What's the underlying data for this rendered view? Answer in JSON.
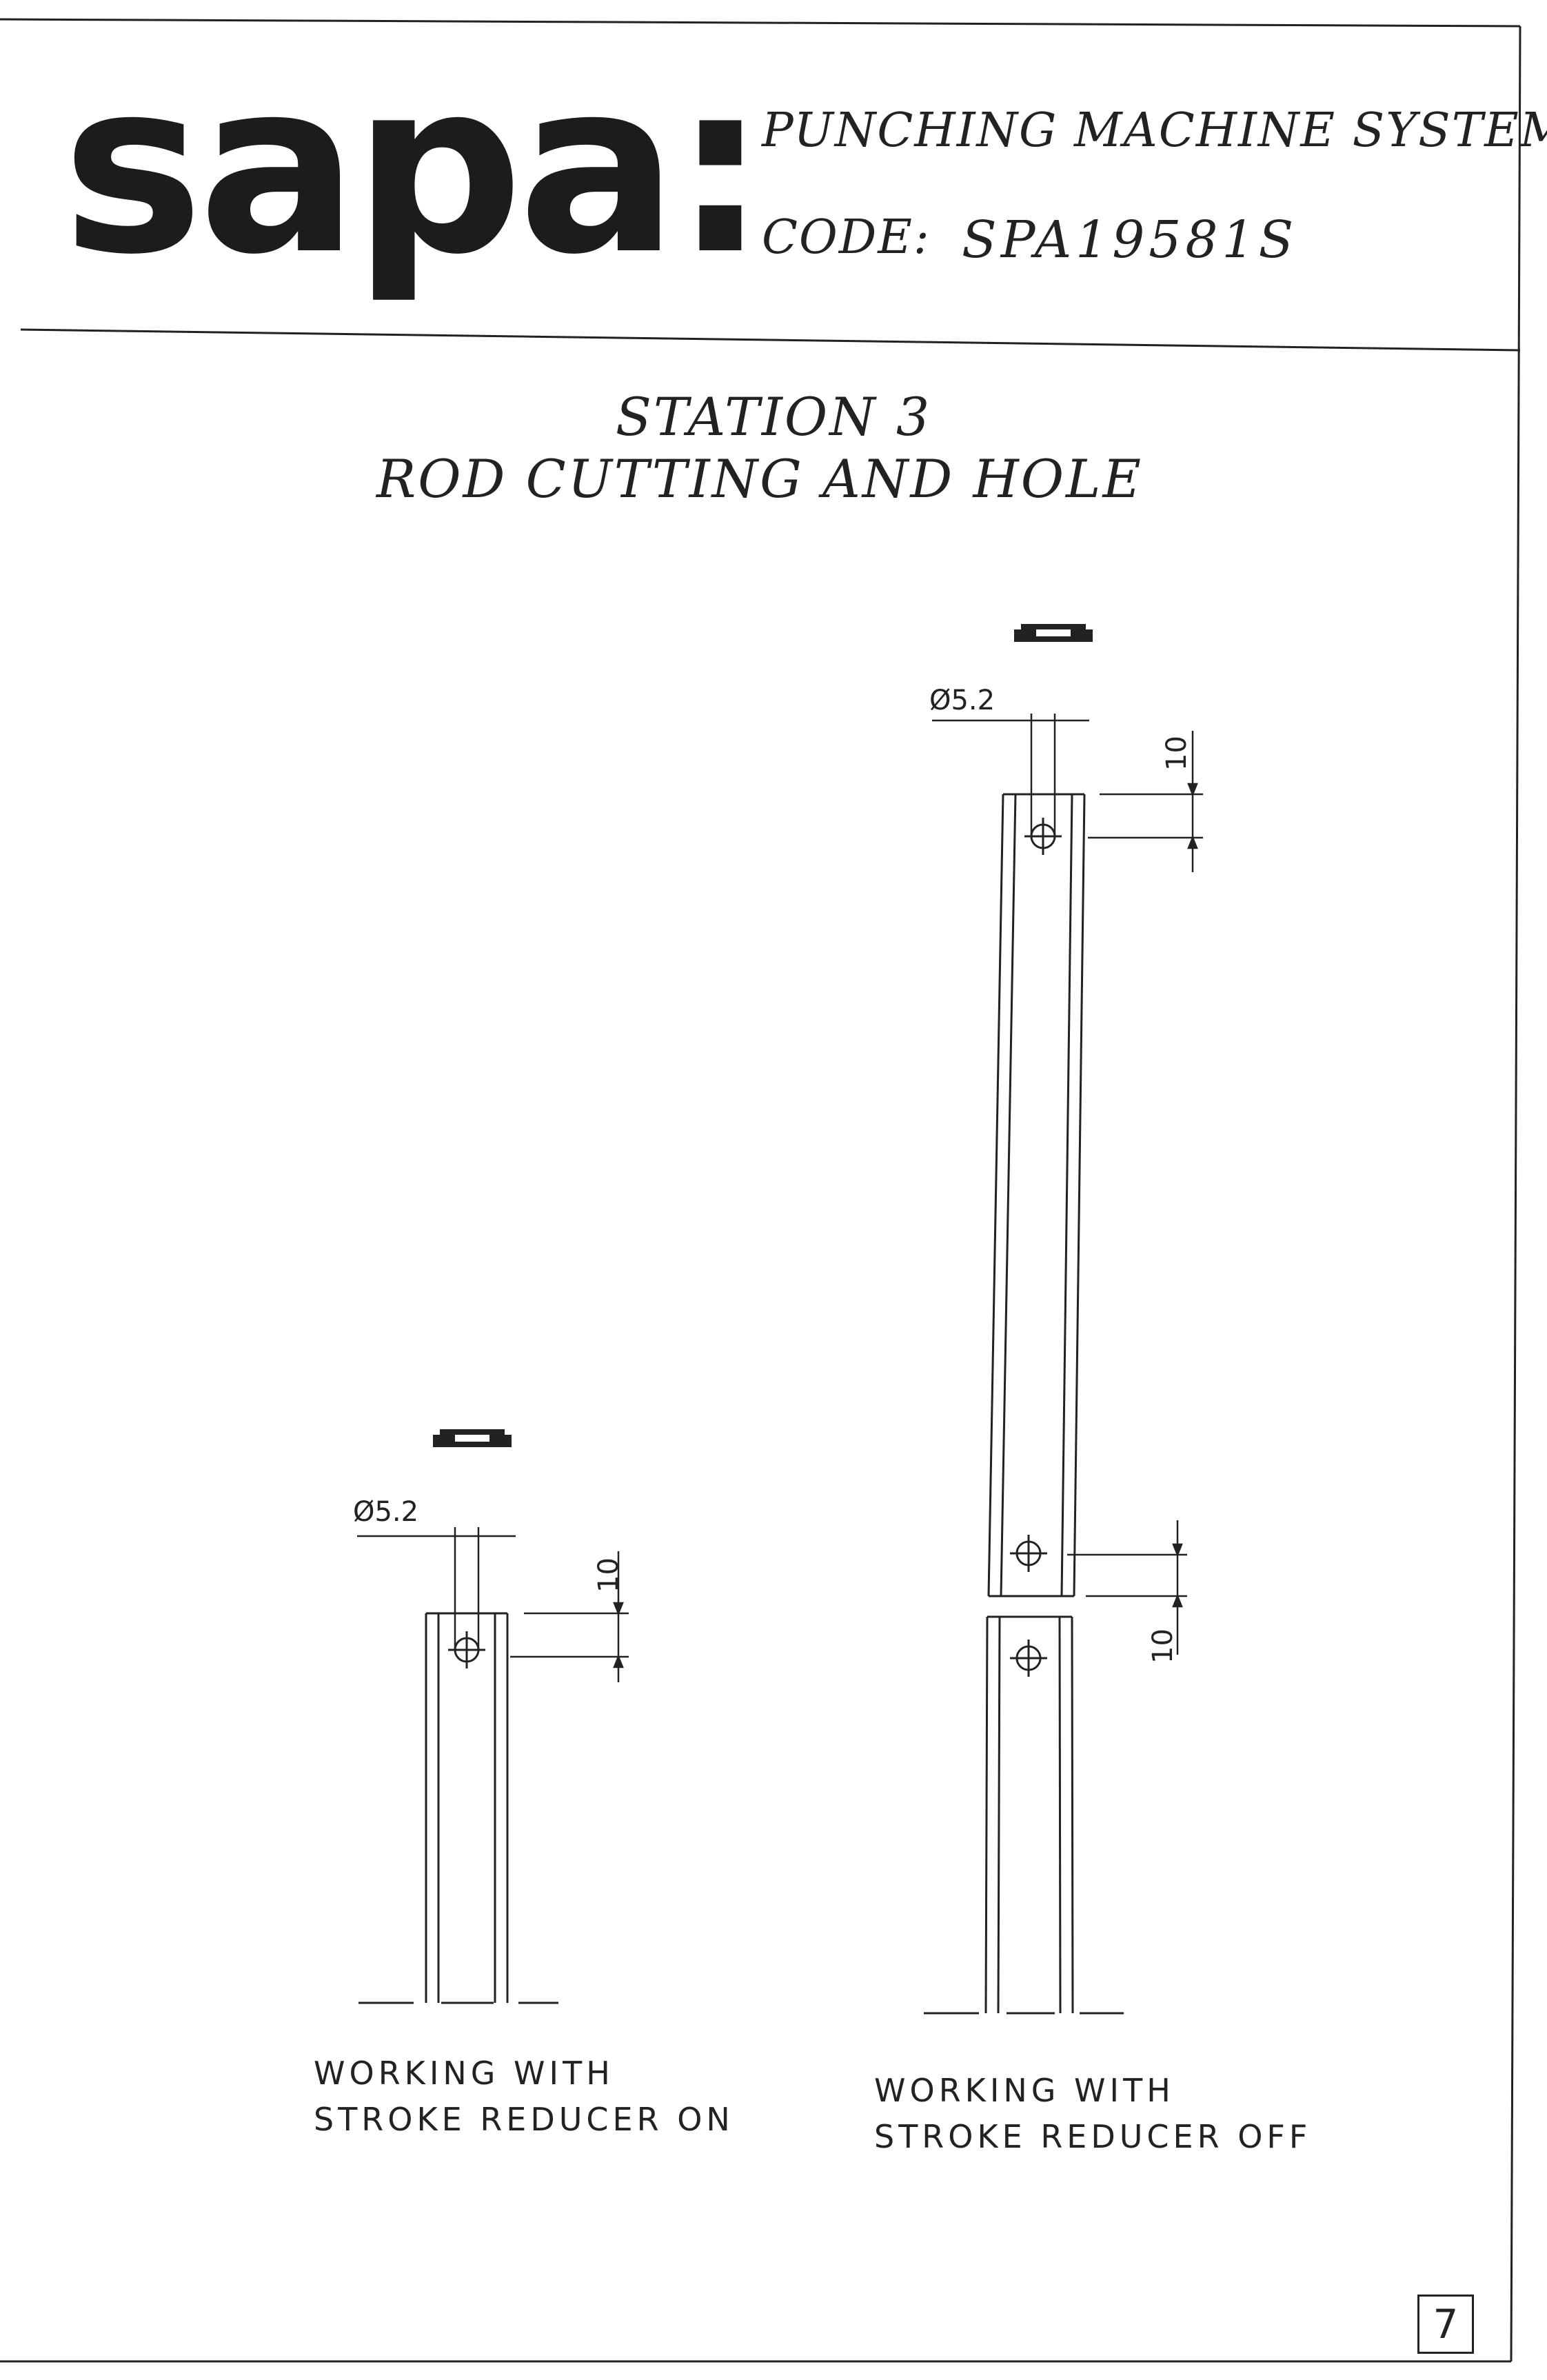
{
  "header": {
    "logo_text": "sapa:",
    "system_title": "PUNCHING MACHINE SYSTEM",
    "code_label": "CODE:",
    "code_value": "SPA19581S"
  },
  "station": {
    "title": "STATION 3",
    "subtitle": "ROD CUTTING AND HOLE"
  },
  "left_drawing": {
    "hole_dim": "Ø5.2",
    "offset_dim": "10",
    "caption_line1": "WORKING WITH",
    "caption_line2": "STROKE REDUCER ON"
  },
  "right_drawing": {
    "hole_dim": "Ø5.2",
    "top_offset_dim": "10",
    "bottom_offset_dim": "10",
    "caption_line1": "WORKING WITH",
    "caption_line2": "STROKE REDUCER OFF"
  },
  "page_number": "7",
  "colors": {
    "ink": "#222222",
    "paper": "#ffffff"
  }
}
